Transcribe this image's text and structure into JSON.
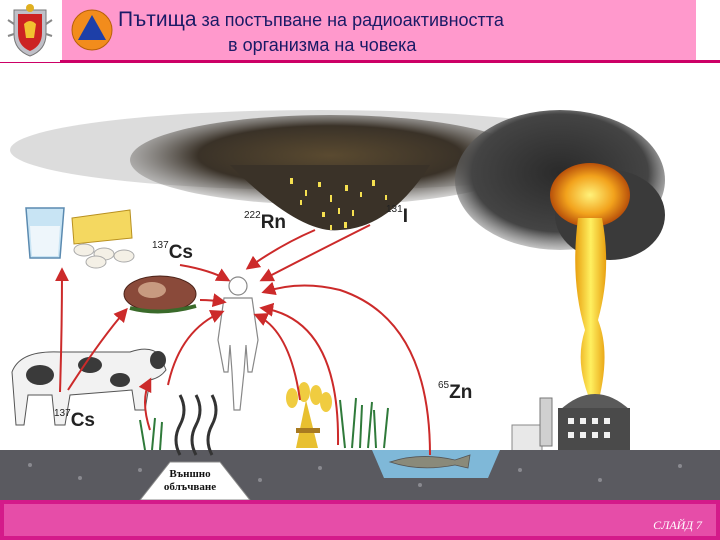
{
  "header": {
    "title_big": "Пътища",
    "title_rest": " за постъпване на радиоактивността",
    "title_line2": "в организма на човека"
  },
  "labels": {
    "rn": {
      "mass": "222",
      "symbol": "Rn"
    },
    "i": {
      "mass": "131",
      "symbol": "I"
    },
    "cs_top": {
      "mass": "137",
      "symbol": "Cs"
    },
    "cs_cow": {
      "mass": "137",
      "symbol": "Cs"
    },
    "zn": {
      "mass": "65",
      "symbol": "Zn"
    }
  },
  "external_irradiation": {
    "line1": "Външно",
    "line2": "облъчване"
  },
  "footer": {
    "slide": "СЛАЙД 7"
  },
  "colors": {
    "header": "#ff99cc",
    "footer": "#d41a8a",
    "arrow": "#cc2a2a",
    "ground": "#5a5a60"
  }
}
